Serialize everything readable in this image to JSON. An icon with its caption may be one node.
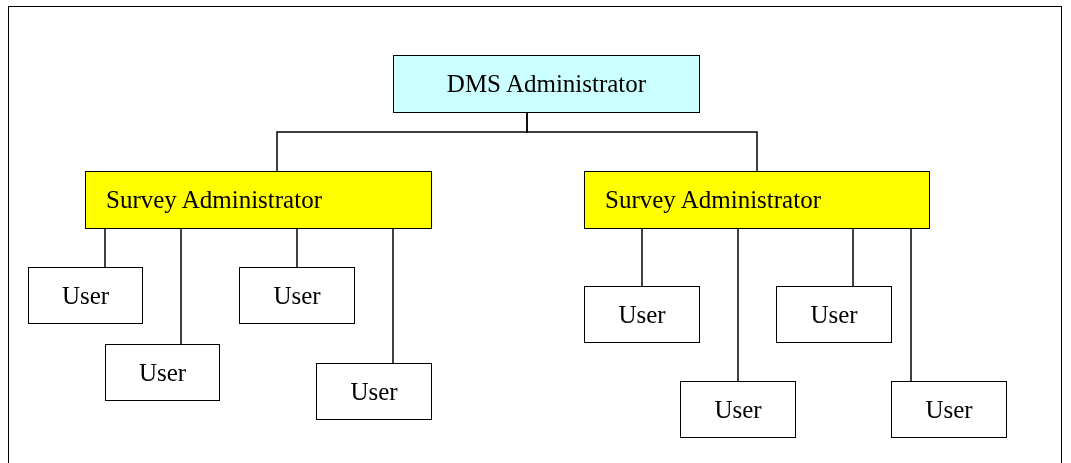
{
  "diagram": {
    "nodes": [
      {
        "text": [
          "DMS Administrator"
        ]
      },
      {
        "text": [
          "Survey Administrator"
        ]
      },
      {
        "text": [
          "User"
        ]
      },
      {
        "text": [
          "User"
        ]
      },
      {
        "text": [
          "User"
        ]
      },
      {
        "text": [
          "User"
        ]
      },
      {
        "text": [
          "Survey Administrator"
        ]
      },
      {
        "text": [
          "User"
        ]
      },
      {
        "text": [
          "User"
        ]
      },
      {
        "text": [
          "User"
        ]
      },
      {
        "text": [
          "User"
        ]
      }
    ],
    "edges": [
      {
        "from": 0,
        "to": 1,
        "arrow": "none"
      },
      {
        "from": 0,
        "to": 6,
        "arrow": "none"
      },
      {
        "from": 1,
        "to": 2,
        "arrow": "none"
      },
      {
        "from": 1,
        "to": 3,
        "arrow": "none"
      },
      {
        "from": 1,
        "to": 4,
        "arrow": "none"
      },
      {
        "from": 1,
        "to": 5,
        "arrow": "none"
      },
      {
        "from": 6,
        "to": 7,
        "arrow": "none"
      },
      {
        "from": 6,
        "to": 8,
        "arrow": "none"
      },
      {
        "from": 6,
        "to": 9,
        "arrow": "none"
      },
      {
        "from": 6,
        "to": 10,
        "arrow": "none"
      }
    ]
  }
}
